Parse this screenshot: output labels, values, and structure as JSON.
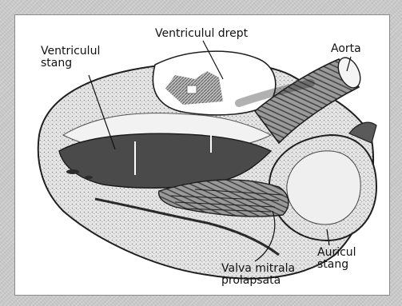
{
  "labels": {
    "left_ventricle": [
      "Ventriculul",
      "stang"
    ],
    "right_ventricle": "Ventriculul drept",
    "aorta": "Aorta",
    "left_atrium": [
      "Auricul",
      "stang"
    ],
    "mitral_valve": [
      "Valva mitrala",
      "prolapsata"
    ]
  },
  "colors": {
    "background": "#c9c9c9",
    "panel": "#ffffff",
    "tissue_dark": "#2b2b2b",
    "tissue_mid": "#6e6e6e",
    "tissue_light": "#d8d8d8",
    "leader_line": "#111111"
  }
}
